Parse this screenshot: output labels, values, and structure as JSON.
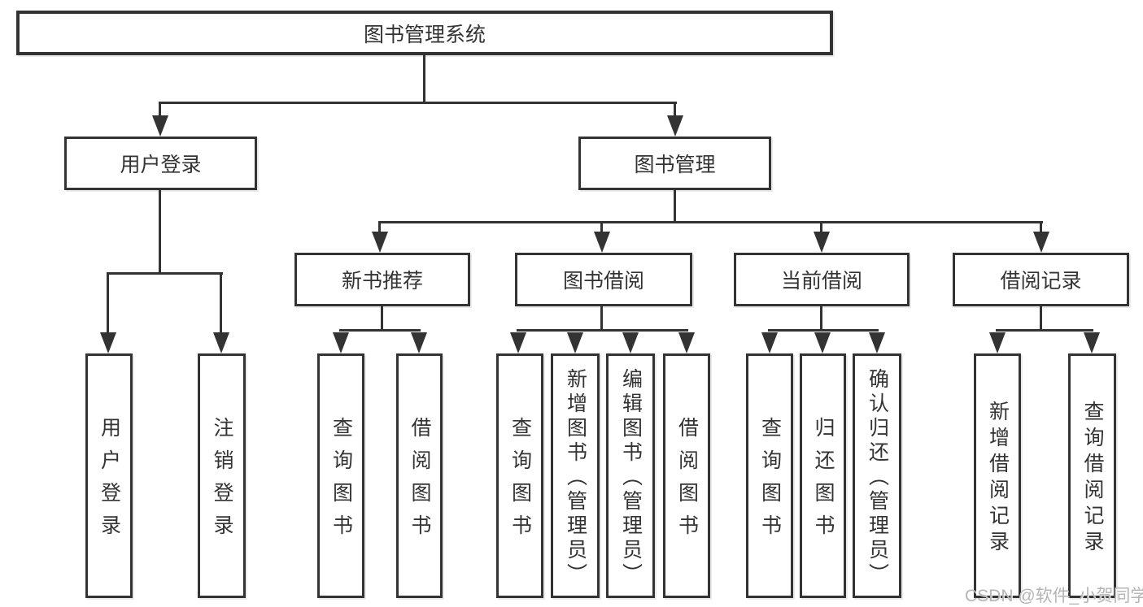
{
  "diagram": {
    "root": {
      "label": "图书管理系统"
    },
    "user_login": {
      "label": "用户登录",
      "children": [
        "用户登录",
        "注销登录"
      ]
    },
    "book_management": {
      "label": "图书管理",
      "new_book_recommendation": {
        "label": "新书推荐",
        "children": [
          "查询图书",
          "借阅图书"
        ]
      },
      "book_borrowing": {
        "label": "图书借阅",
        "children": [
          "查询图书",
          "新增图书（管理员）",
          "编辑图书（管理员）",
          "借阅图书"
        ]
      },
      "current_borrowing": {
        "label": "当前借阅",
        "children": [
          "查询图书",
          "归还图书",
          "确认归还（管理员）"
        ]
      },
      "borrowing_records": {
        "label": "借阅记录",
        "children": [
          "新增借阅记录",
          "查询借阅记录"
        ]
      }
    },
    "watermark": "CSDN @软件_小贺同学"
  },
  "colors": {
    "line": "#333333",
    "text": "#333333",
    "background": "#ffffff",
    "watermark": "#b5b5b5"
  }
}
